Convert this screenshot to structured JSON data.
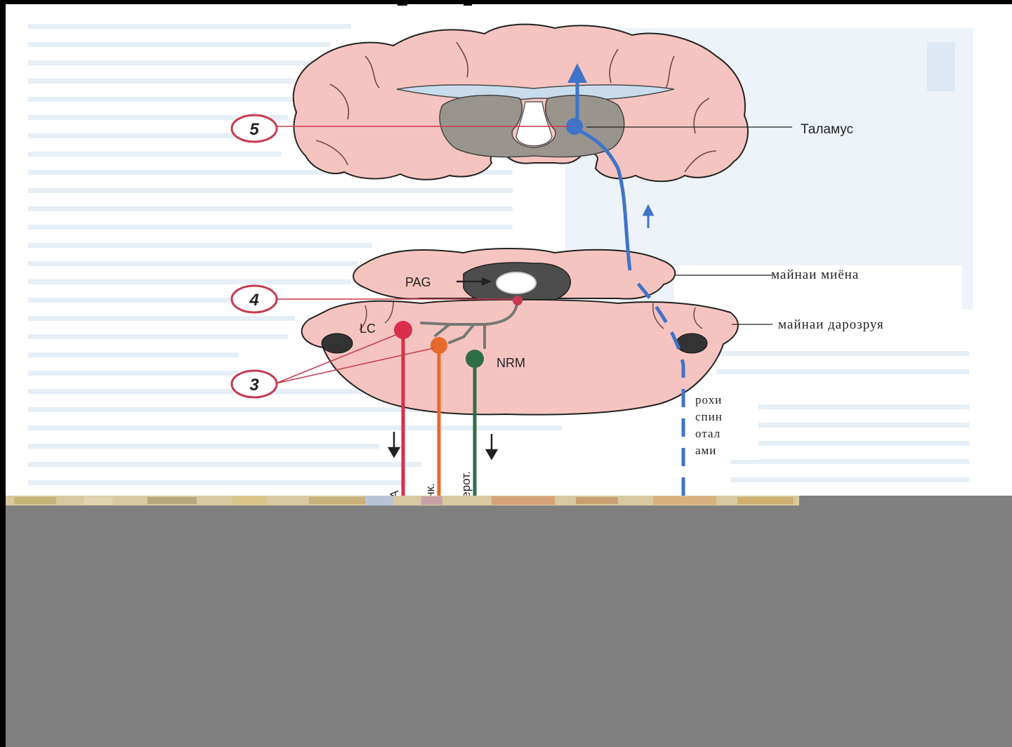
{
  "labels": {
    "thalamus": "Таламус",
    "midbrain": "майнаи миёна",
    "medulla": "майнаи дарозруя",
    "spinothalamic": [
      "рохи",
      "спин",
      "отал",
      "ами"
    ],
    "pag": "PAG",
    "lc": "LC",
    "nrm": "NRM",
    "fiber_na": "НА",
    "fiber_enk": "Энк.",
    "fiber_serot": "Серот."
  },
  "markers": {
    "five": "5",
    "four": "4",
    "three": "3"
  },
  "colors": {
    "tissue": "#f6c4c0",
    "ventricle": "#c9dcec",
    "thalamus_gray": "#9a948f",
    "ascending_blue": "#3f74c8",
    "lc_red": "#d8304a",
    "enk_orange": "#e8692c",
    "nrm_green": "#2f6e44",
    "marker_red": "#c83a4e",
    "bottom_gray": "#808080"
  }
}
